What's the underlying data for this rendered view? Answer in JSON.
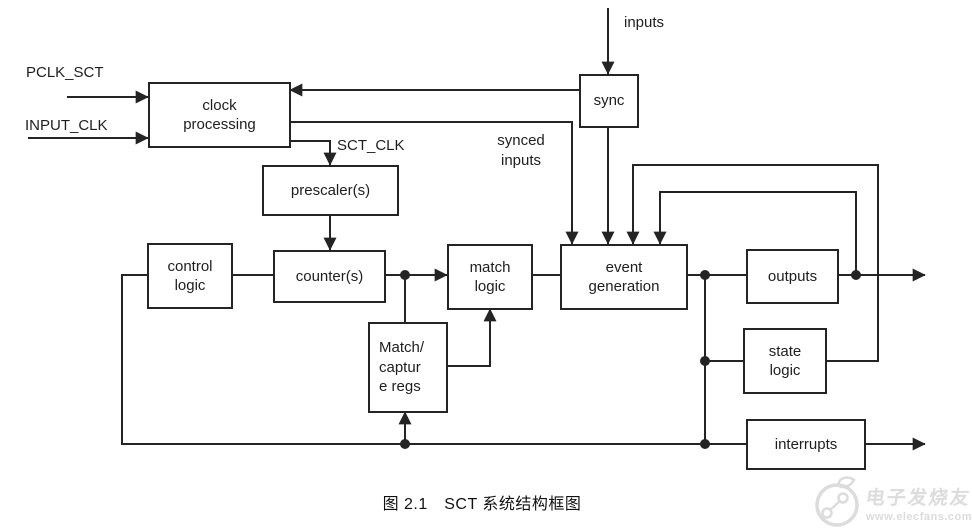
{
  "nodes": {
    "clock_processing": "clock\nprocessing",
    "sync": "sync",
    "prescaler": "prescaler(s)",
    "control_logic": "control\nlogic",
    "counter": "counter(s)",
    "match_logic": "match\nlogic",
    "event_generation": "event\ngeneration",
    "outputs": "outputs",
    "state_logic": "state\nlogic",
    "match_capture_regs": "Match/\ncaptur\ne regs",
    "interrupts": "interrupts"
  },
  "signal_labels": {
    "pclk_sct": "PCLK_SCT",
    "input_clk": "INPUT_CLK",
    "inputs": "inputs",
    "sct_clk": "SCT_CLK",
    "synced_inputs": "synced\ninputs"
  },
  "caption": "图 2.1　SCT 系统结构框图",
  "watermark": {
    "brand": "电子发烧友",
    "url": "www.elecfans.com"
  },
  "colors": {
    "line": "#242424",
    "box_border": "#242424",
    "background": "#ffffff",
    "watermark": "#dcdcdc"
  }
}
